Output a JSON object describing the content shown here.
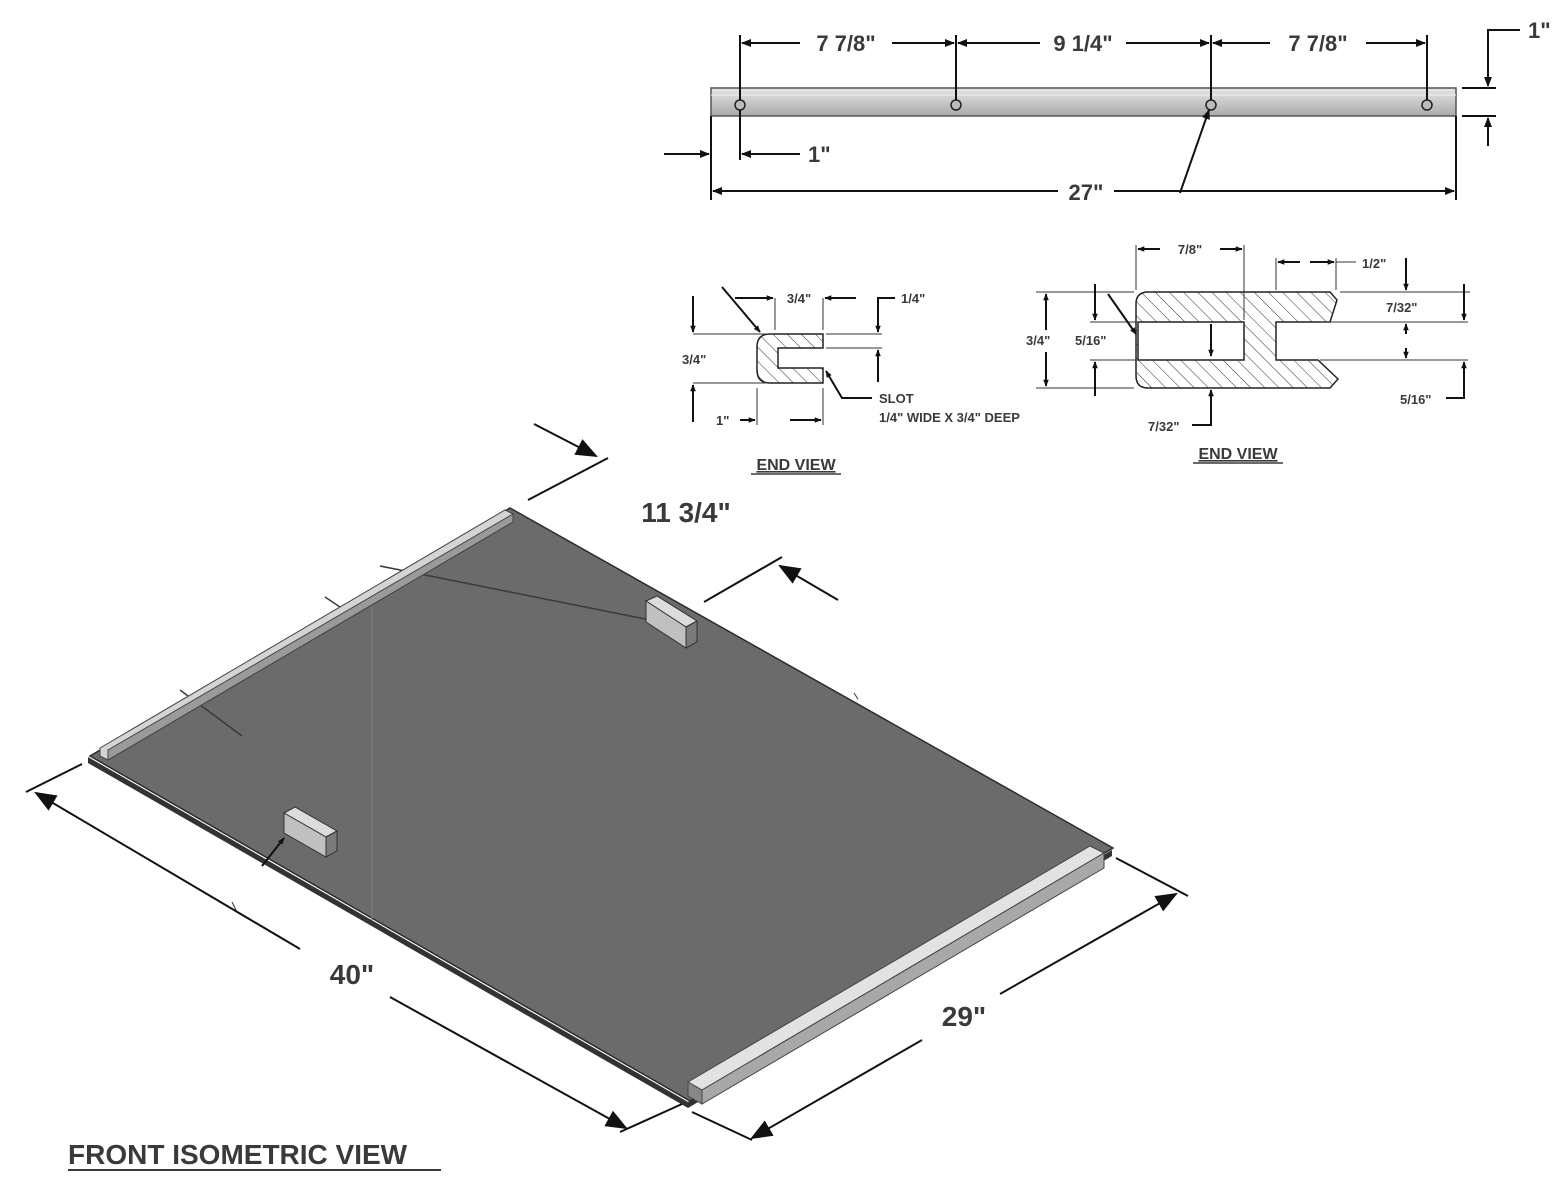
{
  "strip_view": {
    "dims": {
      "seg1": "7 7/8\"",
      "seg2": "9 1/4\"",
      "seg3": "7 7/8\"",
      "height": "1\"",
      "edge_offset": "1\"",
      "length": "27\""
    }
  },
  "end_view_small": {
    "dims": {
      "top": "3/4\"",
      "lip": "1/4\"",
      "height": "3/4\"",
      "width": "1\""
    },
    "slot_label": "SLOT",
    "slot_desc": "1/4\" WIDE X 3/4\" DEEP",
    "title": "END VIEW"
  },
  "end_view_large": {
    "dims": {
      "top_width": "7/8\"",
      "right_lip": "1/2\"",
      "right_top": "7/32\"",
      "height": "3/4\"",
      "inner": "5/16\"",
      "right_bottom": "5/16\"",
      "bottom": "7/32\""
    },
    "title": "END VIEW"
  },
  "iso_view": {
    "dims": {
      "depth": "11 3/4\"",
      "length": "40\"",
      "width": "29\""
    },
    "title": "FRONT ISOMETRIC VIEW"
  },
  "colors": {
    "panel": "#6b6b6b",
    "strip": "#c9c9c9",
    "line": "#111111"
  }
}
